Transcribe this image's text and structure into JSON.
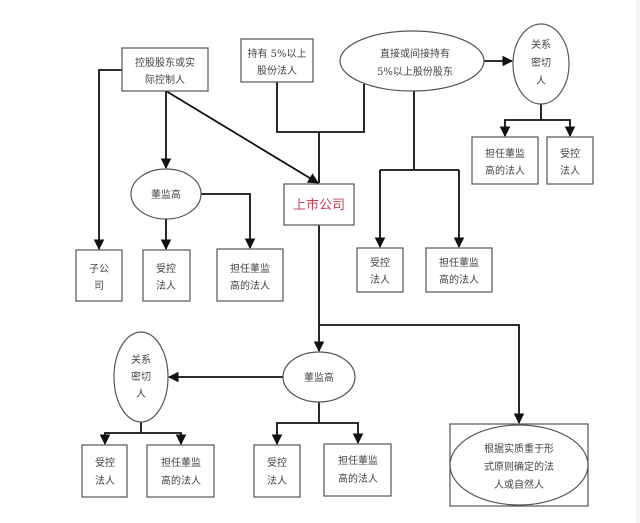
{
  "diagram": {
    "nodes": {
      "controlling_shareholder": [
        "控股股东或实",
        "际控制人"
      ],
      "legal_person_5pct": [
        "持有 5%以上",
        "股份法人"
      ],
      "shareholder_5pct": [
        "直接或间接持有",
        "5%以上股份股东"
      ],
      "close_relation_top": [
        "关系",
        "密切",
        "人"
      ],
      "top_director_company": [
        "担任董监",
        "高的法人"
      ],
      "top_controlled": [
        "受控",
        "法人"
      ],
      "directors_top": [
        "董监高"
      ],
      "listed_company": [
        "上市公司"
      ],
      "subsidiary": [
        "子公",
        "司"
      ],
      "mid_controlled_left": [
        "受控",
        "法人"
      ],
      "mid_director_company_left": [
        "担任董监",
        "高的法人"
      ],
      "mid_controlled_right": [
        "受控",
        "法人"
      ],
      "mid_director_company_right": [
        "担任董监",
        "高的法人"
      ],
      "directors_bottom": [
        "董监高"
      ],
      "close_relation_bottom": [
        "关系",
        "密切",
        "人"
      ],
      "bottom_controlled_1": [
        "受控",
        "法人"
      ],
      "bottom_director_company_1": [
        "担任董监",
        "高的法人"
      ],
      "bottom_controlled_2": [
        "受控",
        "法人"
      ],
      "bottom_director_company_2": [
        "担任董监",
        "高的法人"
      ],
      "substance_over_form": [
        "根据实质重于形",
        "式原则确定的法",
        "人或自然人"
      ]
    },
    "colors": {
      "listed_company_text": "#c8405a",
      "line": "#111111",
      "border": "#555555"
    }
  }
}
